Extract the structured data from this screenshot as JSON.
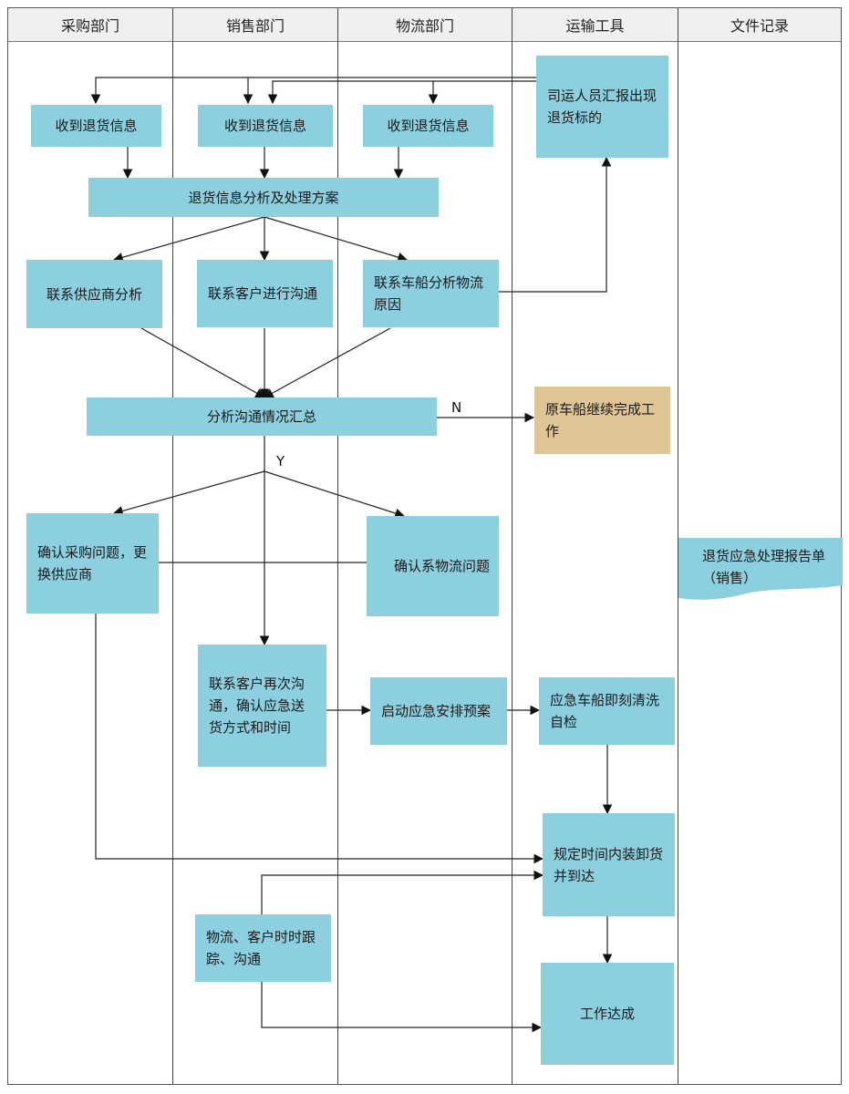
{
  "lanes": [
    "采购部门",
    "销售部门",
    "物流部门",
    "运输工具",
    "文件记录"
  ],
  "nodes": {
    "recv_purchase": "收到退货信息",
    "recv_sales": "收到退货信息",
    "recv_logistics": "收到退货信息",
    "driver_report": "司运人员汇报出现退货标的",
    "analysis_plan": "退货信息分析及处理方案",
    "contact_supplier": "联系供应商分析",
    "contact_customer": "联系客户进行沟通",
    "contact_vessel": "联系车船分析物流原因",
    "summary": "分析沟通情况汇总",
    "continue_work": "原车船继续完成工作",
    "confirm_purchase": "确认采购问题，更换供应商",
    "confirm_logistics": "确认系物流问题",
    "recontact_customer": "联系客户再次沟通，确认应急送货方式和时间",
    "start_emergency": "启动应急安排预案",
    "emergency_clean": "应急车船即刻清洗自检",
    "deliver_ontime": "规定时间内装卸货并到达",
    "track_communicate": "物流、客户时时跟踪、沟通",
    "work_done": "工作达成",
    "report_doc": "退货应急处理报告单（销售）"
  },
  "edge_labels": {
    "no": "N",
    "yes": "Y"
  },
  "colors": {
    "process": "#8ccfdf",
    "alternate": "#dfc495",
    "header": "#efefef"
  }
}
